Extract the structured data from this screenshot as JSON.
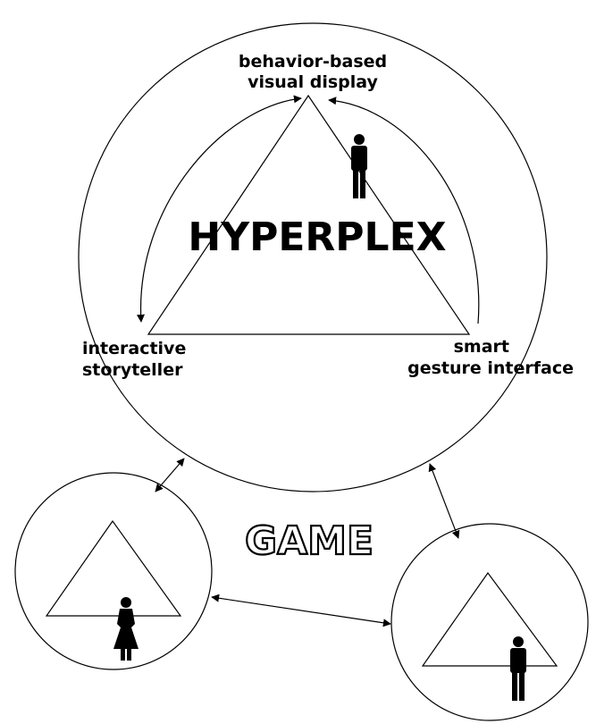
{
  "diagram": {
    "main_title": "HYPERPLEX",
    "game_label": "GAME",
    "node_top_line1": "behavior-based",
    "node_top_line2": "visual display",
    "node_left_line1": "interactive",
    "node_left_line2": "storyteller",
    "node_right_line1": "smart",
    "node_right_line2": "gesture interface"
  },
  "colors": {
    "stroke": "#000000",
    "background": "#ffffff"
  },
  "icons": [
    "man-figure-icon",
    "woman-figure-icon"
  ]
}
